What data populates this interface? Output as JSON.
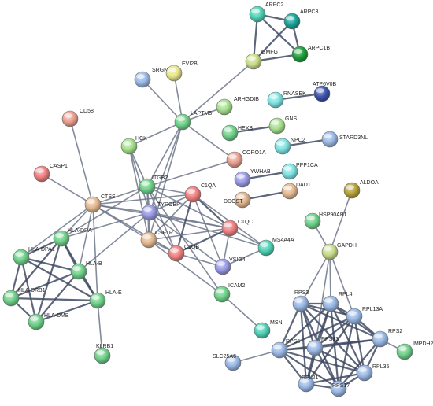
{
  "palette": {
    "green": "#6fd28a",
    "teal": "#4fd3b6",
    "cyan": "#7fe3e3",
    "darkteal": "#1aa39a",
    "darkgreen": "#1f9e3a",
    "olive": "#c8dc8a",
    "yellow": "#e6e68c",
    "blue": "#9ab9e6",
    "purple": "#9a9ae6",
    "navy": "#3e53ad",
    "pink": "#f08080",
    "salmon": "#eaa090",
    "tan": "#e4b890",
    "gold": "#b7a23b",
    "lightgreen": "#a6e08e"
  },
  "nodes": [
    {
      "id": "ARPC2",
      "label": "ARPC2",
      "color": "teal"
    },
    {
      "id": "ARPC3",
      "label": "ARPC3",
      "color": "darkteal"
    },
    {
      "id": "ARPC1B",
      "label": "ARPC1B",
      "color": "darkgreen"
    },
    {
      "id": "GMFG",
      "label": "GMFG",
      "color": "olive"
    },
    {
      "id": "SRGN",
      "label": "SRGN",
      "color": "blue"
    },
    {
      "id": "EVI2B",
      "label": "EVI2B",
      "color": "yellow"
    },
    {
      "id": "ATP6V0B",
      "label": "ATP6V0B",
      "color": "navy"
    },
    {
      "id": "RNASEK",
      "label": "RNASEK",
      "color": "cyan"
    },
    {
      "id": "ARHGDIB",
      "label": "ARHGDIB",
      "color": "lightgreen"
    },
    {
      "id": "LAPTM5",
      "label": "LAPTM5",
      "color": "green"
    },
    {
      "id": "CD58",
      "label": "CD58",
      "color": "salmon"
    },
    {
      "id": "HEXB",
      "label": "HEXB",
      "color": "green"
    },
    {
      "id": "GNS",
      "label": "GNS",
      "color": "lightgreen"
    },
    {
      "id": "STARD3NL",
      "label": "STARD3NL",
      "color": "blue"
    },
    {
      "id": "NPC2",
      "label": "NPC2",
      "color": "cyan"
    },
    {
      "id": "HCK",
      "label": "HCK",
      "color": "lightgreen"
    },
    {
      "id": "CORO1A",
      "label": "CORO1A",
      "color": "salmon"
    },
    {
      "id": "CASP1",
      "label": "CASP1",
      "color": "pink"
    },
    {
      "id": "YWHAB",
      "label": "YWHAB",
      "color": "purple"
    },
    {
      "id": "PPP1CA",
      "label": "PPP1CA",
      "color": "cyan"
    },
    {
      "id": "ITGB2",
      "label": "ITGB2",
      "color": "green"
    },
    {
      "id": "C1QA",
      "label": "C1QA",
      "color": "pink"
    },
    {
      "id": "DDOST",
      "label": "DDOST",
      "color": "tan"
    },
    {
      "id": "DAD1",
      "label": "DAD1",
      "color": "tan"
    },
    {
      "id": "ALDOA",
      "label": "ALDOA",
      "color": "gold"
    },
    {
      "id": "CTSS",
      "label": "CTSS",
      "color": "tan"
    },
    {
      "id": "TYROBP",
      "label": "TYROBP",
      "color": "purple"
    },
    {
      "id": "HSP90AB1",
      "label": "HSP90AB1",
      "color": "green"
    },
    {
      "id": "C1QC",
      "label": "C1QC",
      "color": "pink"
    },
    {
      "id": "CSF1R",
      "label": "CSF1R",
      "color": "tan"
    },
    {
      "id": "HLA-DRA",
      "label": "HLA-DRA",
      "color": "green"
    },
    {
      "id": "MS4A4A",
      "label": "MS4A4A",
      "color": "teal"
    },
    {
      "id": "HLA-DPA1",
      "label": "HLA-DPA1",
      "color": "green"
    },
    {
      "id": "GAPDH",
      "label": "GAPDH",
      "color": "olive"
    },
    {
      "id": "C1QB",
      "label": "C1QB",
      "color": "pink"
    },
    {
      "id": "VSIG4",
      "label": "VSIG4",
      "color": "purple"
    },
    {
      "id": "HLA-B",
      "label": "HLA-B",
      "color": "green"
    },
    {
      "id": "ICAM2",
      "label": "ICAM2",
      "color": "green"
    },
    {
      "id": "HLA-DRB1",
      "label": "HLA-DRB1",
      "color": "green"
    },
    {
      "id": "HLA-E",
      "label": "HLA-E",
      "color": "green"
    },
    {
      "id": "RPS3",
      "label": "RPS3",
      "color": "blue"
    },
    {
      "id": "RPL4",
      "label": "RPL4",
      "color": "blue"
    },
    {
      "id": "RPL13A",
      "label": "RPL13A",
      "color": "blue"
    },
    {
      "id": "HLA-DMB",
      "label": "HLA-DMB",
      "color": "green"
    },
    {
      "id": "MSN",
      "label": "MSN",
      "color": "teal"
    },
    {
      "id": "RPS2",
      "label": "RPS2",
      "color": "blue"
    },
    {
      "id": "RPS5",
      "label": "RPS5",
      "color": "blue"
    },
    {
      "id": "RPS13",
      "label": "RPS13",
      "color": "blue"
    },
    {
      "id": "IMPDH2",
      "label": "IMPDH2",
      "color": "green"
    },
    {
      "id": "KLRB1",
      "label": "KLRB1",
      "color": "green"
    },
    {
      "id": "SLC25A6",
      "label": "SLC25A6",
      "color": "blue"
    },
    {
      "id": "RPL35",
      "label": "RPL35",
      "color": "blue"
    },
    {
      "id": "RPL21",
      "label": "RPL21",
      "color": "blue"
    },
    {
      "id": "RPS17",
      "label": "RPS17",
      "color": "blue"
    }
  ],
  "edges": [
    [
      "ARPC2",
      "ARPC3",
      1
    ],
    [
      "ARPC2",
      "ARPC1B",
      1
    ],
    [
      "ARPC2",
      "GMFG",
      1
    ],
    [
      "ARPC3",
      "ARPC1B",
      1
    ],
    [
      "ARPC3",
      "GMFG",
      1
    ],
    [
      "ARPC1B",
      "GMFG",
      1
    ],
    [
      "GMFG",
      "LAPTM5",
      0
    ],
    [
      "RNASEK",
      "ATP6V0B",
      1
    ],
    [
      "LAPTM5",
      "SRGN",
      0
    ],
    [
      "LAPTM5",
      "EVI2B",
      0
    ],
    [
      "LAPTM5",
      "ARHGDIB",
      0
    ],
    [
      "LAPTM5",
      "HCK",
      0
    ],
    [
      "LAPTM5",
      "ITGB2",
      0
    ],
    [
      "LAPTM5",
      "TYROBP",
      0
    ],
    [
      "LAPTM5",
      "CORO1A",
      0
    ],
    [
      "LAPTM5",
      "CSF1R",
      0
    ],
    [
      "HEXB",
      "GNS",
      1
    ],
    [
      "NPC2",
      "STARD3NL",
      1
    ],
    [
      "YWHAB",
      "PPP1CA",
      1
    ],
    [
      "DDOST",
      "DAD1",
      1
    ],
    [
      "HCK",
      "ITGB2",
      0
    ],
    [
      "HCK",
      "TYROBP",
      0
    ],
    [
      "HCK",
      "CSF1R",
      0
    ],
    [
      "CORO1A",
      "ITGB2",
      0
    ],
    [
      "CD58",
      "CTSS",
      0
    ],
    [
      "CASP1",
      "CTSS",
      0
    ],
    [
      "CTSS",
      "ITGB2",
      0
    ],
    [
      "CTSS",
      "TYROBP",
      0
    ],
    [
      "CTSS",
      "C1QA",
      0
    ],
    [
      "CTSS",
      "C1QB",
      0
    ],
    [
      "CTSS",
      "C1QC",
      0
    ],
    [
      "CTSS",
      "CSF1R",
      0
    ],
    [
      "CTSS",
      "HLA-DRA",
      0
    ],
    [
      "CTSS",
      "HLA-DPA1",
      0
    ],
    [
      "CTSS",
      "HLA-B",
      0
    ],
    [
      "CTSS",
      "HLA-E",
      0
    ],
    [
      "ITGB2",
      "TYROBP",
      0
    ],
    [
      "ITGB2",
      "C1QA",
      0
    ],
    [
      "ITGB2",
      "CSF1R",
      0
    ],
    [
      "ITGB2",
      "C1QB",
      0
    ],
    [
      "ITGB2",
      "ICAM2",
      0
    ],
    [
      "ITGB2",
      "HLA-DRA",
      0
    ],
    [
      "ITGB2",
      "C1QC",
      0
    ],
    [
      "TYROBP",
      "C1QA",
      0
    ],
    [
      "TYROBP",
      "CSF1R",
      0
    ],
    [
      "TYROBP",
      "C1QB",
      0
    ],
    [
      "TYROBP",
      "C1QC",
      0
    ],
    [
      "TYROBP",
      "VSIG4",
      0
    ],
    [
      "TYROBP",
      "HLA-DRA",
      0
    ],
    [
      "TYROBP",
      "HLA-B",
      0
    ],
    [
      "TYROBP",
      "MS4A4A",
      0
    ],
    [
      "C1QA",
      "C1QB",
      1
    ],
    [
      "C1QA",
      "C1QC",
      1
    ],
    [
      "C1QB",
      "C1QC",
      1
    ],
    [
      "C1QA",
      "VSIG4",
      0
    ],
    [
      "C1QB",
      "VSIG4",
      0
    ],
    [
      "C1QC",
      "VSIG4",
      0
    ],
    [
      "C1QA",
      "CSF1R",
      0
    ],
    [
      "C1QB",
      "CSF1R",
      0
    ],
    [
      "C1QC",
      "MS4A4A",
      0
    ],
    [
      "VSIG4",
      "MS4A4A",
      0
    ],
    [
      "CSF1R",
      "C1QC",
      0
    ],
    [
      "C1QA",
      "MS4A4A",
      0
    ],
    [
      "ICAM2",
      "MSN",
      0
    ],
    [
      "CSF1R",
      "ICAM2",
      0
    ],
    [
      "HLA-DRA",
      "HLA-DPA1",
      1
    ],
    [
      "HLA-DRA",
      "HLA-B",
      1
    ],
    [
      "HLA-DRA",
      "HLA-DRB1",
      1
    ],
    [
      "HLA-DRA",
      "HLA-E",
      1
    ],
    [
      "HLA-DRA",
      "HLA-DMB",
      1
    ],
    [
      "HLA-DPA1",
      "HLA-B",
      1
    ],
    [
      "HLA-DPA1",
      "HLA-DRB1",
      1
    ],
    [
      "HLA-DPA1",
      "HLA-DMB",
      1
    ],
    [
      "HLA-DPA1",
      "HLA-E",
      1
    ],
    [
      "HLA-B",
      "HLA-DRB1",
      1
    ],
    [
      "HLA-B",
      "HLA-E",
      1
    ],
    [
      "HLA-B",
      "HLA-DMB",
      1
    ],
    [
      "HLA-DRB1",
      "HLA-DMB",
      1
    ],
    [
      "HLA-DRB1",
      "HLA-E",
      1
    ],
    [
      "HLA-DMB",
      "HLA-E",
      1
    ],
    [
      "HLA-E",
      "KLRB1",
      0
    ],
    [
      "ALDOA",
      "GAPDH",
      0
    ],
    [
      "HSP90AB1",
      "GAPDH",
      0
    ],
    [
      "GAPDH",
      "RPS3",
      0
    ],
    [
      "GAPDH",
      "RPL4",
      0
    ],
    [
      "GAPDH",
      "RPL13A",
      0
    ],
    [
      "GAPDH",
      "RPS13",
      0
    ],
    [
      "RPS3",
      "RPL4",
      1
    ],
    [
      "RPS3",
      "RPL13A",
      1
    ],
    [
      "RPS3",
      "RPS5",
      1
    ],
    [
      "RPS3",
      "RPS13",
      1
    ],
    [
      "RPS3",
      "RPL21",
      1
    ],
    [
      "RPS3",
      "RPS17",
      1
    ],
    [
      "RPS3",
      "RPS2",
      1
    ],
    [
      "RPS3",
      "RPL35",
      1
    ],
    [
      "RPL4",
      "RPL13A",
      1
    ],
    [
      "RPL4",
      "RPS5",
      1
    ],
    [
      "RPL4",
      "RPS13",
      1
    ],
    [
      "RPL4",
      "RPL21",
      1
    ],
    [
      "RPL4",
      "RPS17",
      1
    ],
    [
      "RPL4",
      "RPS2",
      1
    ],
    [
      "RPL4",
      "RPL35",
      1
    ],
    [
      "RPL13A",
      "RPS2",
      1
    ],
    [
      "RPL13A",
      "RPS5",
      1
    ],
    [
      "RPL13A",
      "RPS13",
      1
    ],
    [
      "RPL13A",
      "RPL35",
      1
    ],
    [
      "RPL13A",
      "RPS17",
      1
    ],
    [
      "RPL13A",
      "RPL21",
      1
    ],
    [
      "RPS2",
      "RPS13",
      1
    ],
    [
      "RPS2",
      "RPL35",
      1
    ],
    [
      "RPS2",
      "RPS5",
      1
    ],
    [
      "RPS2",
      "RPS17",
      1
    ],
    [
      "RPS2",
      "IMPDH2",
      0
    ],
    [
      "RPS5",
      "RPS13",
      1
    ],
    [
      "RPS5",
      "RPL21",
      1
    ],
    [
      "RPS5",
      "RPS17",
      1
    ],
    [
      "RPS5",
      "RPL35",
      1
    ],
    [
      "RPS5",
      "SLC25A6",
      0
    ],
    [
      "RPS13",
      "RPL21",
      1
    ],
    [
      "RPS13",
      "RPS17",
      1
    ],
    [
      "RPS13",
      "RPL35",
      1
    ],
    [
      "RPL21",
      "RPS17",
      1
    ],
    [
      "RPL21",
      "RPL35",
      1
    ],
    [
      "RPS17",
      "RPL35",
      1
    ]
  ]
}
